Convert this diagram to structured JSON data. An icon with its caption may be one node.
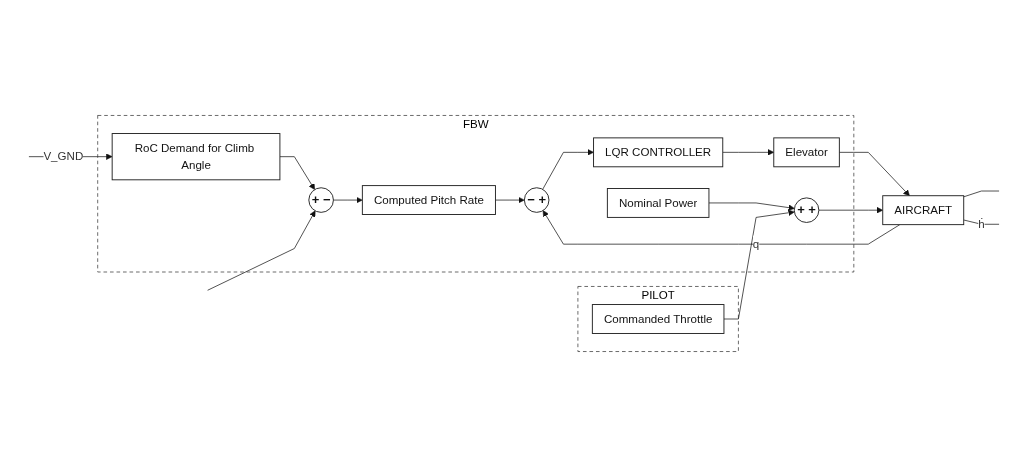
{
  "diagram": {
    "nodes": [
      {
        "text": [
          "FBW"
        ]
      },
      {
        "text": [
          "RoC Demand for Climb Angle"
        ],
        "in": 0
      },
      {
        "text": [
          "+",
          "−"
        ],
        "in": 0
      },
      {
        "text": [
          "Computed Pitch Rate"
        ],
        "in": 0
      },
      {
        "text": [
          "−",
          "+"
        ],
        "in": 0
      },
      {
        "text": [
          "LQR CONTROLLER"
        ],
        "in": 0
      },
      {
        "text": [
          "Elevator"
        ],
        "in": 0
      },
      {
        "text": [
          "Nominal Power"
        ],
        "in": 0
      },
      {
        "text": [
          "+",
          "+"
        ],
        "in": 0
      },
      {
        "text": [
          "AIRCRAFT"
        ]
      },
      {
        "text": [
          "PILOT"
        ]
      },
      {
        "text": [
          "Commanded Throttle"
        ],
        "in": 10
      }
    ],
    "edges": [
      {
        "from": null,
        "to": 1,
        "arrow": "to",
        "label": "V_GND"
      },
      {
        "from": 1,
        "to": 2,
        "arrow": "to"
      },
      {
        "from": null,
        "to": 2,
        "arrow": "to"
      },
      {
        "from": 2,
        "to": 3,
        "arrow": "to"
      },
      {
        "from": 3,
        "to": 4,
        "arrow": "to"
      },
      {
        "from": 4,
        "to": 5,
        "arrow": "to"
      },
      {
        "from": 5,
        "to": 6,
        "arrow": "to"
      },
      {
        "from": 6,
        "to": 9,
        "arrow": "to"
      },
      {
        "from": 7,
        "to": 8,
        "arrow": "to"
      },
      {
        "from": 8,
        "to": 9,
        "arrow": "to"
      },
      {
        "from": 11,
        "to": 8,
        "arrow": "to"
      },
      {
        "from": 9,
        "to": 4,
        "arrow": "to",
        "label": "q"
      },
      {
        "from": 9,
        "to": null,
        "arrow": "none"
      },
      {
        "from": 9,
        "to": null,
        "arrow": "none",
        "label": "ḣ"
      }
    ]
  }
}
